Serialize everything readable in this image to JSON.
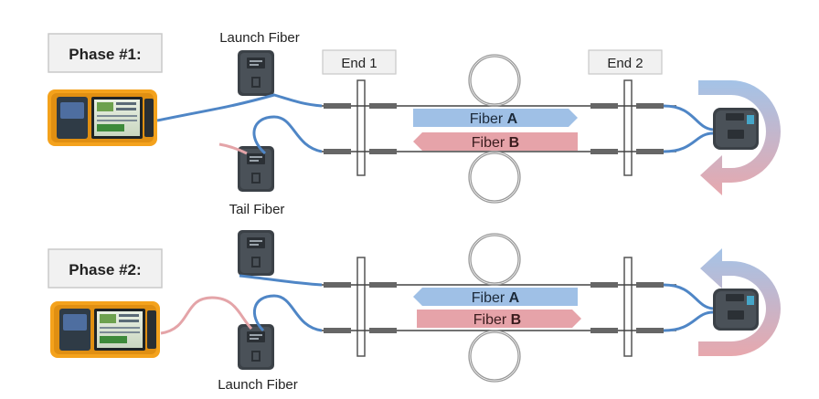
{
  "phase1": {
    "title": "Phase #1:",
    "launch_label": "Launch Fiber",
    "tail_label": "Tail Fiber",
    "end1_label": "End 1",
    "end2_label": "End 2",
    "fiber_a": {
      "prefix": "Fiber ",
      "bold": "A",
      "direction": "right"
    },
    "fiber_b": {
      "prefix": "Fiber ",
      "bold": "B",
      "direction": "left"
    }
  },
  "phase2": {
    "title": "Phase #2:",
    "launch_label": "Launch Fiber",
    "fiber_a": {
      "prefix": "Fiber ",
      "bold": "A",
      "direction": "left"
    },
    "fiber_b": {
      "prefix": "Fiber ",
      "bold": "B",
      "direction": "right"
    }
  },
  "colors": {
    "blue_fiber": "#4f86c6",
    "pink_fiber": "#e4a4a8",
    "arrow_blue": "#9fc0e6",
    "arrow_pink": "#e6a3a9",
    "tester_orange": "#f4a21c",
    "device_dark": "#3b4147",
    "label_box_fill": "#f1f1f1",
    "label_box_stroke": "#c9c9c9"
  },
  "icons": [
    "otdr-tester-icon",
    "fiber-spool-box-icon",
    "patch-panel-icon",
    "fiber-coil-icon",
    "u-turn-arrow-icon"
  ]
}
